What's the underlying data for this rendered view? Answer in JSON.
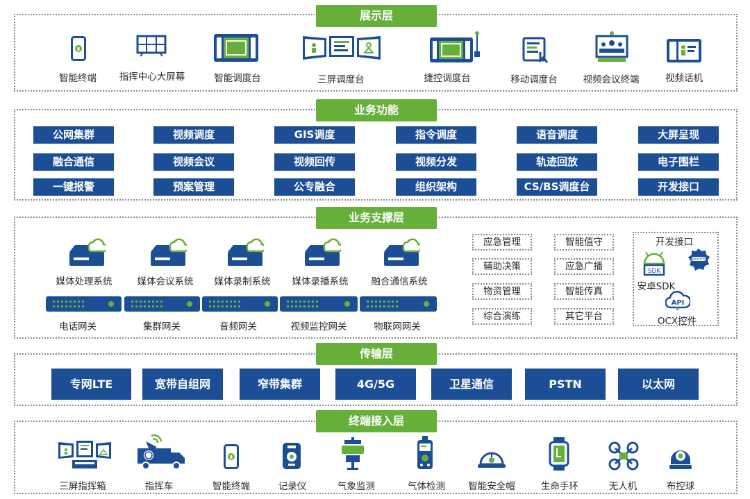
{
  "layers": {
    "display": "展示层",
    "business": "业务功能",
    "support": "业务支撑层",
    "transport": "传输层",
    "terminal": "终端接入层"
  },
  "display_items": [
    "智能终端",
    "指挥中心大屏幕",
    "智能调度台",
    "三屏调度台",
    "捷控调度台",
    "移动调度台",
    "视频会议终端",
    "视频话机"
  ],
  "business_functions": [
    [
      "公网集群",
      "视频调度",
      "GIS调度",
      "指令调度",
      "语音调度",
      "大屏呈现"
    ],
    [
      "融合通信",
      "视频会议",
      "视频回传",
      "视频分发",
      "轨迹回放",
      "电子围栏"
    ],
    [
      "一键报警",
      "预案管理",
      "公专融合",
      "组织架构",
      "CS/BS调度台",
      "开发接口"
    ]
  ],
  "support": {
    "systems": [
      "媒体处理系统",
      "媒体会议系统",
      "媒体录制系统",
      "媒体录播系统",
      "融合通信系统"
    ],
    "gateways": [
      "电话网关",
      "集群网关",
      "音频网关",
      "视频监控网关",
      "物联网网关"
    ],
    "modules_left": [
      "应急管理",
      "辅助决策",
      "物资管理",
      "综合演练"
    ],
    "modules_right": [
      "智能值守",
      "应急广播",
      "智能传真",
      "其它平台"
    ],
    "dev_title": "开发接口",
    "android_sdk": "安卓SDK",
    "ocx": "OCX控件",
    "sdk_badge": "SDK",
    "api_badge": "API",
    "qt_badge": "INVOTE"
  },
  "transport_items": [
    "专网LTE",
    "宽带自组网",
    "窄带集群",
    "4G/5G",
    "卫星通信",
    "PSTN",
    "以太网"
  ],
  "terminal_items": [
    "三屏指挥箱",
    "指挥车",
    "智能终端",
    "记录仪",
    "气象监测",
    "气体检测",
    "智能安全帽",
    "生命手环",
    "无人机",
    "布控球"
  ],
  "colors": {
    "accent_green": "#66b03a",
    "primary_blue": "#1c4e96",
    "border_gray": "#8a8a8a"
  }
}
